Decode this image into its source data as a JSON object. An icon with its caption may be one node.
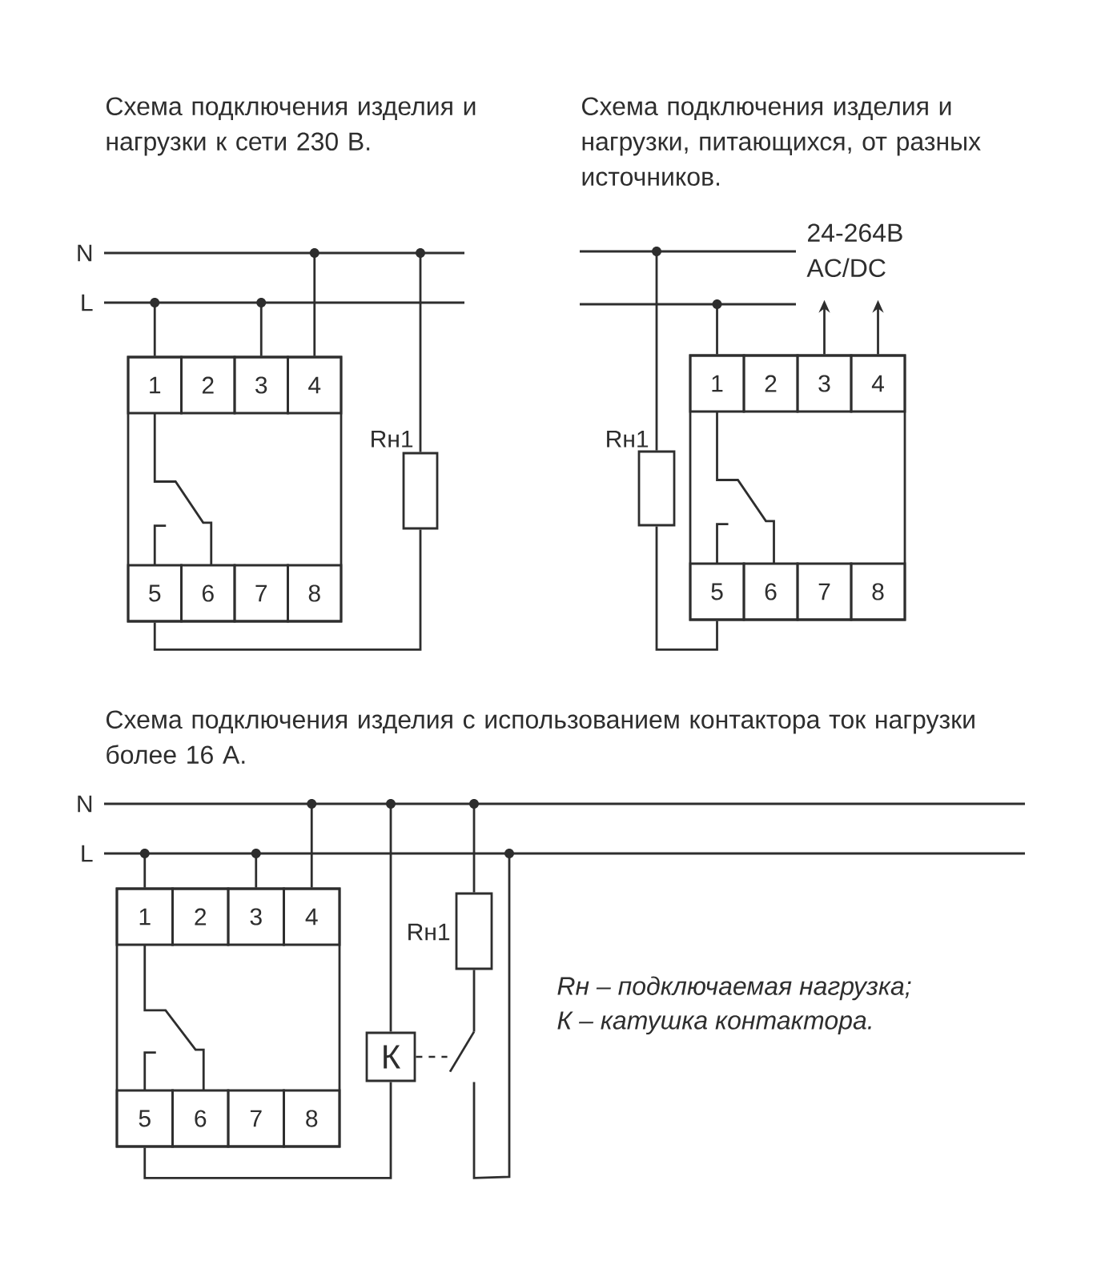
{
  "diagram": {
    "nodes": [
      {
        "text": [],
        "shape": "box"
      },
      {
        "text": [
          "1"
        ],
        "in": 0
      },
      {
        "text": [
          "2"
        ],
        "in": 0
      },
      {
        "text": [
          "3"
        ],
        "in": 0
      },
      {
        "text": [
          "4"
        ],
        "in": 0
      },
      {
        "text": [
          "5"
        ],
        "in": 0
      },
      {
        "text": [
          "6"
        ],
        "in": 0
      },
      {
        "text": [
          "7"
        ],
        "in": 0
      },
      {
        "text": [
          "8"
        ],
        "in": 0
      },
      {
        "text": [
          "N"
        ]
      },
      {
        "text": [
          "L"
        ]
      },
      {
        "text": [],
        "shape": "box",
        "beside": [
          "Rн1"
        ]
      },
      {
        "text": [],
        "shape": "bar"
      },
      {
        "text": [],
        "shape": "bar"
      },
      {
        "text": [],
        "shape": "box"
      },
      {
        "text": [
          "1"
        ],
        "in": 14
      },
      {
        "text": [
          "2"
        ],
        "in": 14
      },
      {
        "text": [
          "3"
        ],
        "in": 14
      },
      {
        "text": [
          "4"
        ],
        "in": 14
      },
      {
        "text": [
          "5"
        ],
        "in": 14
      },
      {
        "text": [
          "6"
        ],
        "in": 14
      },
      {
        "text": [
          "7"
        ],
        "in": 14
      },
      {
        "text": [
          "8"
        ],
        "in": 14
      },
      {
        "text": [],
        "shape": "box",
        "beside": [
          "Rн1"
        ]
      },
      {
        "text": [
          "N"
        ]
      },
      {
        "text": [
          "L"
        ]
      },
      {
        "text": [],
        "shape": "box"
      },
      {
        "text": [
          "1"
        ],
        "in": 26
      },
      {
        "text": [
          "2"
        ],
        "in": 26
      },
      {
        "text": [
          "3"
        ],
        "in": 26
      },
      {
        "text": [
          "4"
        ],
        "in": 26
      },
      {
        "text": [
          "5"
        ],
        "in": 26
      },
      {
        "text": [
          "6"
        ],
        "in": 26
      },
      {
        "text": [
          "7"
        ],
        "in": 26
      },
      {
        "text": [
          "8"
        ],
        "in": 26
      },
      {
        "text": [
          "К"
        ]
      },
      {
        "text": [],
        "shape": "box",
        "beside": [
          "Rн1"
        ]
      },
      {
        "text": [],
        "shape": "switch"
      }
    ],
    "edges": [
      {
        "from": 1,
        "to": 10,
        "arrow": "none"
      },
      {
        "from": 3,
        "to": 10,
        "arrow": "none"
      },
      {
        "from": 4,
        "to": 9,
        "arrow": "none"
      },
      {
        "from": 11,
        "to": 9,
        "arrow": "none"
      },
      {
        "from": 5,
        "to": 11,
        "arrow": "none"
      },
      {
        "from": 15,
        "to": 13,
        "arrow": "none"
      },
      {
        "from": 23,
        "to": 12,
        "arrow": "none"
      },
      {
        "from": 17,
        "to": null,
        "arrow": "to"
      },
      {
        "from": 18,
        "to": null,
        "arrow": "to"
      },
      {
        "from": 19,
        "to": 23,
        "arrow": "none"
      },
      {
        "from": 27,
        "to": 25,
        "arrow": "none"
      },
      {
        "from": 29,
        "to": 25,
        "arrow": "none"
      },
      {
        "from": 30,
        "to": 24,
        "arrow": "none"
      },
      {
        "from": 35,
        "to": 24,
        "arrow": "none"
      },
      {
        "from": 31,
        "to": 35,
        "arrow": "none"
      },
      {
        "from": 36,
        "to": 24,
        "arrow": "none"
      },
      {
        "from": 36,
        "to": 37,
        "arrow": "none"
      },
      {
        "from": 37,
        "to": 25,
        "arrow": "none"
      },
      {
        "from": 35,
        "to": 37,
        "arrow": "none",
        "style": "dashed"
      }
    ],
    "labels": [
      "Схема подключения изделия и нагрузки к сети 230 В.",
      "Схема подключения изделия и нагрузки, питающихся, от разных источников.",
      "24-264В AC/DC",
      "Схема подключения изделия с использованием контактора ток нагрузки более 16 А.",
      "Rн – подключаемая нагрузка;",
      "К – катушка контактора."
    ]
  }
}
